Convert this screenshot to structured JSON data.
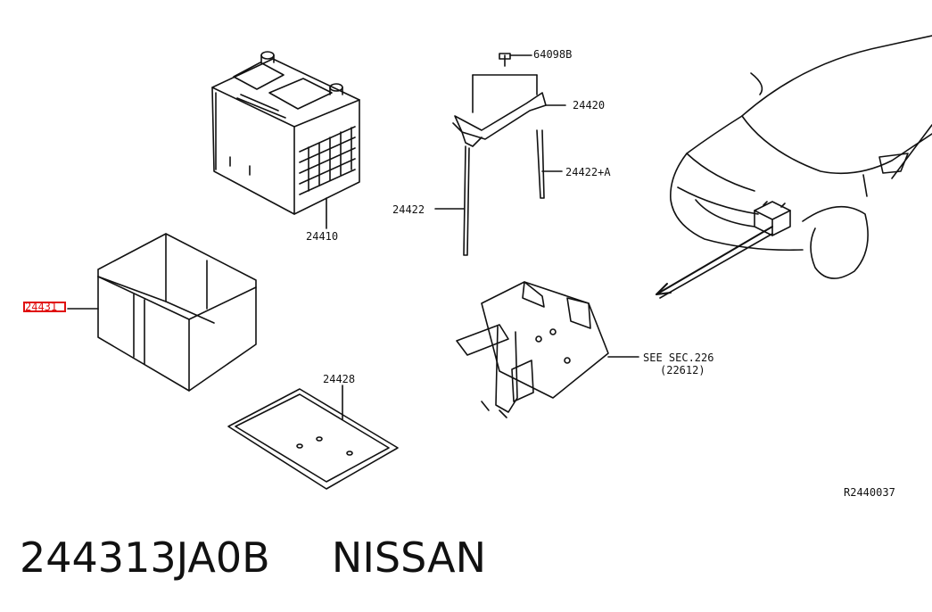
{
  "labels": {
    "battery": "24410",
    "cover": "24431",
    "tray": "24428",
    "nut": "64098B",
    "frame": "24420",
    "rod_right": "24422+A",
    "rod_left": "24422",
    "see_sec_line1": "SEE SEC.226",
    "see_sec_line2": "(22612)",
    "ref_code": "R2440037"
  },
  "caption": {
    "part_number": "244313JA0B",
    "brand": "NISSAN"
  },
  "colors": {
    "line": "#111111",
    "highlight": "#e01010"
  }
}
